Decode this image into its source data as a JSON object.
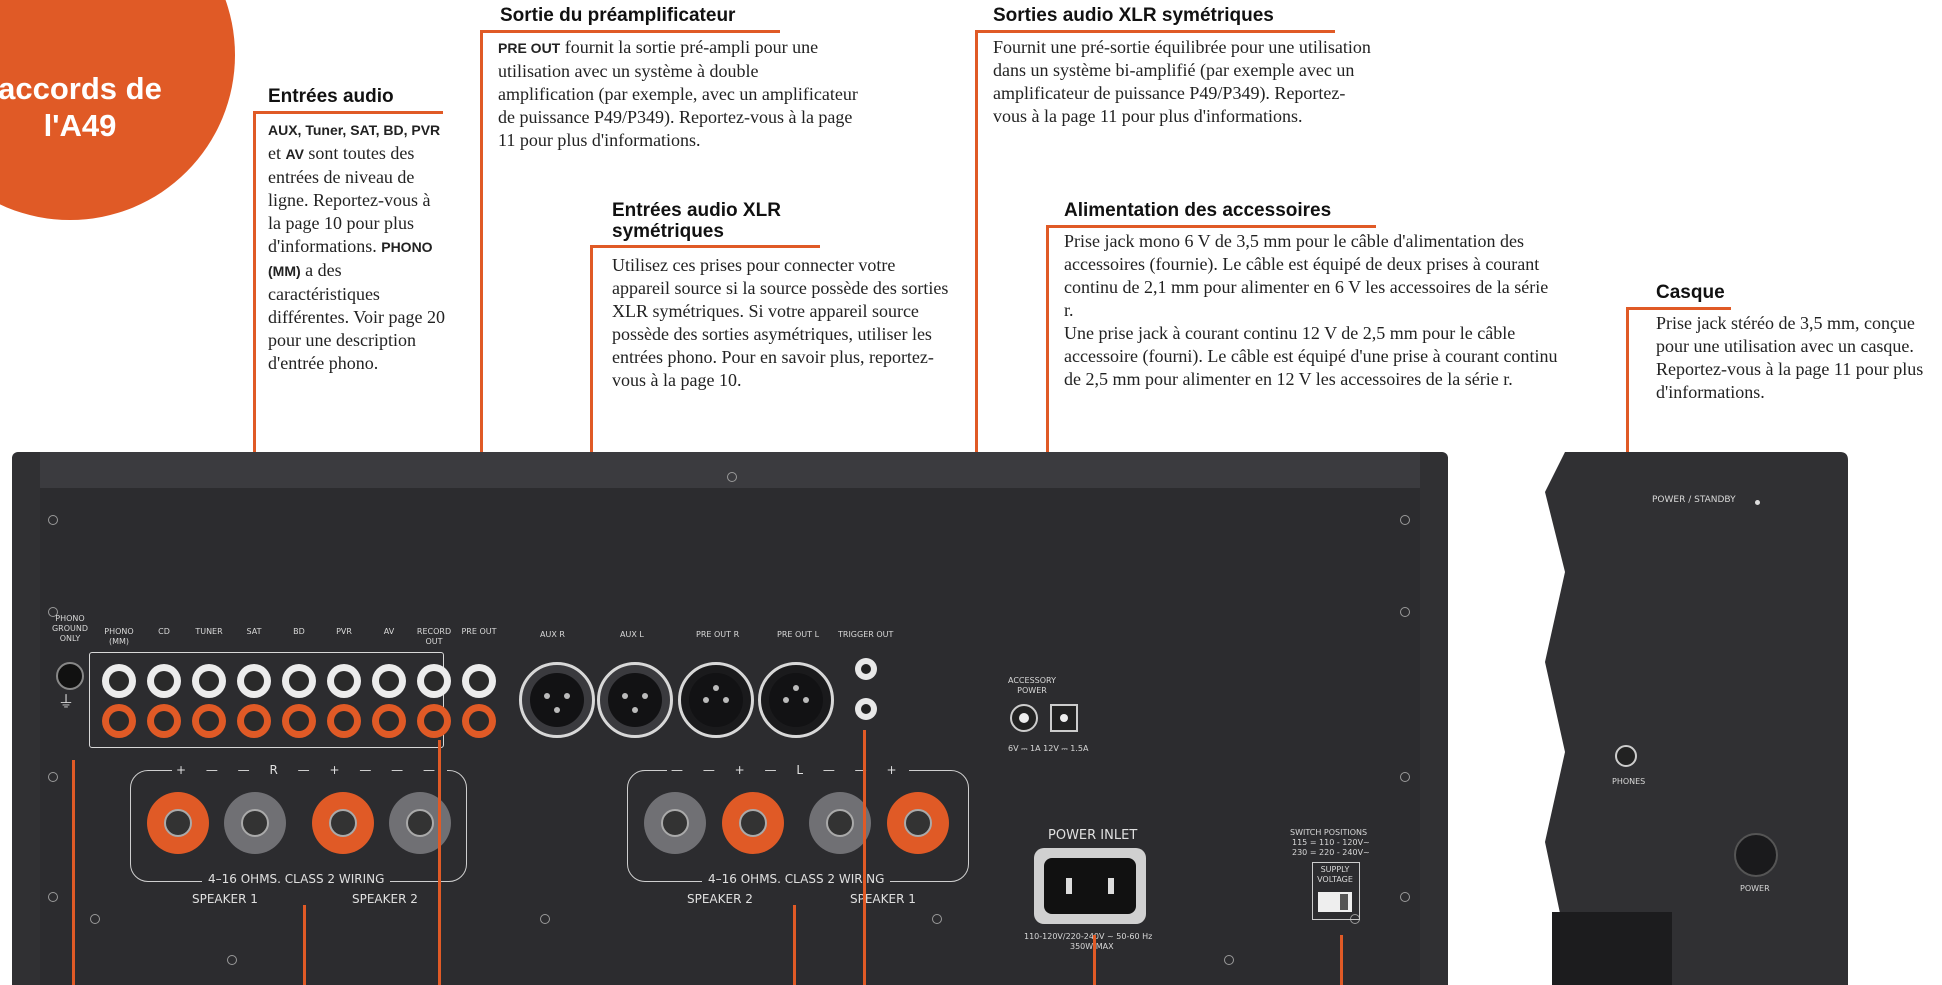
{
  "badge": {
    "title": "accords de l'A49"
  },
  "labels": {
    "entrees_audio": {
      "heading": "Entrées audio",
      "bold_inputs": "AUX, Tuner, SAT, BD, PVR",
      "text1": "et",
      "bold_av": "AV",
      "text2": "sont toutes des entrées de niveau de ligne. Reportez-vous à la page 10 pour plus d'informations.",
      "bold_phono": "PHONO (MM)",
      "text3": "a des caractéristiques différentes. Voir page 20 pour une description d'entrée phono."
    },
    "preampli": {
      "heading": "Sortie du préamplificateur",
      "bold": "PRE OUT",
      "text": "fournit la sortie pré-ampli pour une utilisation avec un système à double amplification (par exemple, avec un amplificateur de puissance P49/P349). Reportez-vous à la page 11 pour plus d'informations."
    },
    "xlr_in": {
      "heading_line1": "Entrées audio XLR",
      "heading_line2": "symétriques",
      "text": "Utilisez ces prises pour connecter votre appareil source si la source possède des sorties XLR symétriques. Si votre appareil source possède des sorties asymétriques, utiliser les entrées phono. Pour en savoir plus, reportez-vous à la page 10."
    },
    "xlr_out": {
      "heading": "Sorties audio XLR symétriques",
      "text": "Fournit une pré-sortie équilibrée pour une utilisation dans un système bi-amplifié (par exemple avec un amplificateur de puissance P49/P349). Reportez-vous à la page 11 pour plus d'informations."
    },
    "alimentation": {
      "heading": "Alimentation des accessoires",
      "text1": "Prise jack mono 6 V de 3,5 mm pour le câble d'alimentation des accessoires (fournie). Le câble est équipé de deux prises à courant continu de 2,1 mm pour alimenter en 6 V les accessoires de la série r.",
      "text2": "Une prise jack à courant continu 12 V de 2,5 mm pour le câble accessoire (fourni). Le câble est équipé d'une prise à courant continu de 2,5 mm pour alimenter en 12 V les accessoires de la série r."
    },
    "casque": {
      "heading": "Casque",
      "text": "Prise jack stéréo de 3,5 mm, conçue pour une utilisation avec un casque. Reportez-vous à la page 11 pour plus d'informations."
    }
  },
  "panel": {
    "phono_ground": "PHONO GROUND ONLY",
    "inputs": [
      "PHONO (MM)",
      "CD",
      "TUNER",
      "SAT",
      "BD",
      "PVR",
      "AV",
      "RECORD OUT",
      "PRE OUT"
    ],
    "aux_r": "AUX R",
    "aux_l": "AUX L",
    "pre_out_r": "PRE OUT R",
    "pre_out_l": "PRE OUT L",
    "trigger_out": "TRIGGER OUT",
    "accessory_power": "ACCESSORY POWER",
    "accessory_spec": "6V ⎓ 1A 12V ⎓ 1.5A",
    "speaker_right": {
      "marks": "+ — — R — + — — —",
      "wiring": "4–16 OHMS. CLASS 2 WIRING",
      "speaker_a": "SPEAKER 1",
      "speaker_b": "SPEAKER 2"
    },
    "speaker_left": {
      "marks": "— — + — L — — +",
      "wiring": "4–16 OHMS. CLASS 2 WIRING",
      "speaker_a": "SPEAKER 2",
      "speaker_b": "SPEAKER 1"
    },
    "power_inlet": "POWER INLET",
    "power_spec_1": "110-120V/220-240V ~ 50-60 Hz",
    "power_spec_2": "350W MAX",
    "switch_positions": "SWITCH POSITIONS",
    "switch_115": "115 = 110 - 120V~",
    "switch_230": "230 = 220 - 240V~",
    "supply_voltage": "SUPPLY VOLTAGE"
  },
  "side_panel": {
    "power_standby": "POWER / STANDBY",
    "phones": "PHONES",
    "power": "POWER"
  },
  "colors": {
    "accent": "#e05a26",
    "panel": "#303033"
  }
}
